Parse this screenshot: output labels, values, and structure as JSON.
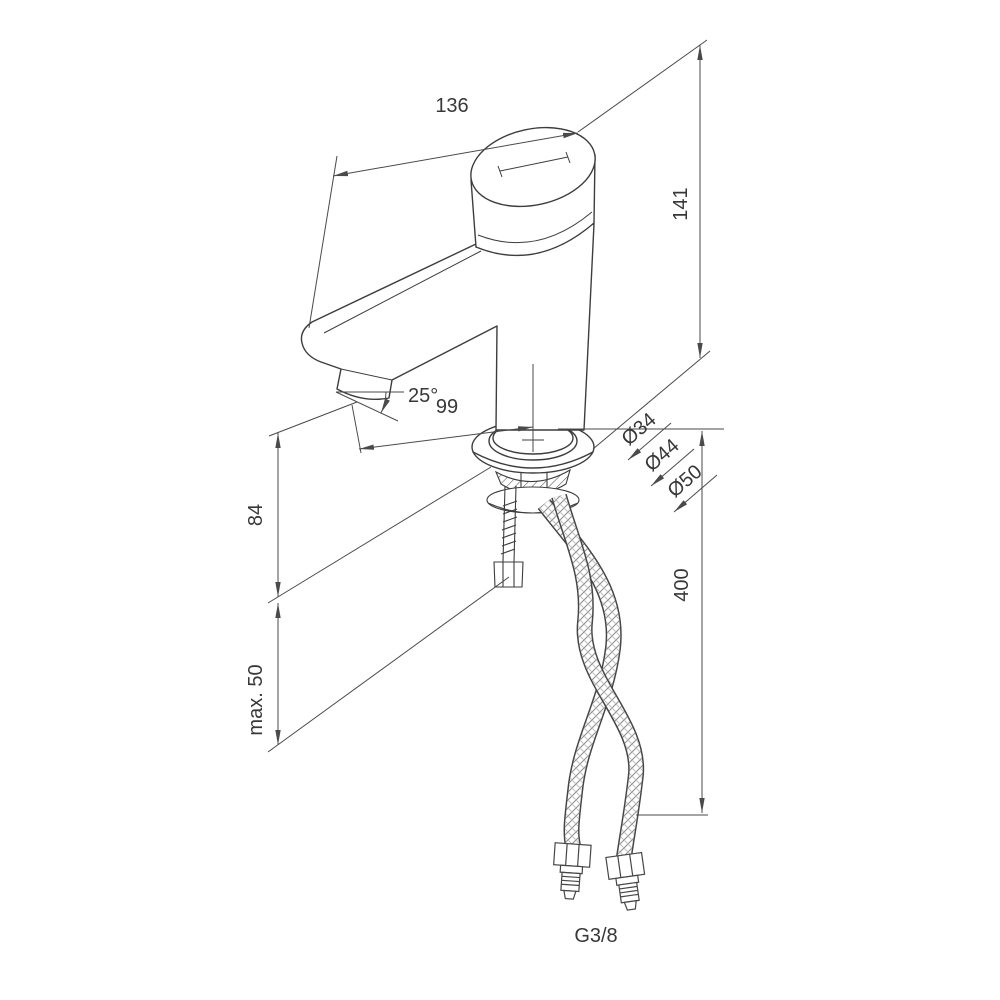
{
  "page": {
    "background": "#ffffff"
  },
  "drawing": {
    "colors": {
      "line": "#3d3d3d",
      "dimension": "#4a4a4a",
      "text": "#383838"
    },
    "labels": {
      "spout_width": "136",
      "body_height": "141",
      "spout_angle": "25°",
      "spout_reach": "99",
      "dia_body": "Ø34",
      "dia_ring": "Ø44",
      "dia_base": "Ø50",
      "outlet_height": "84",
      "hose_length": "400",
      "max_deck_thickness": "max. 50",
      "thread_size": "G3/8"
    }
  }
}
